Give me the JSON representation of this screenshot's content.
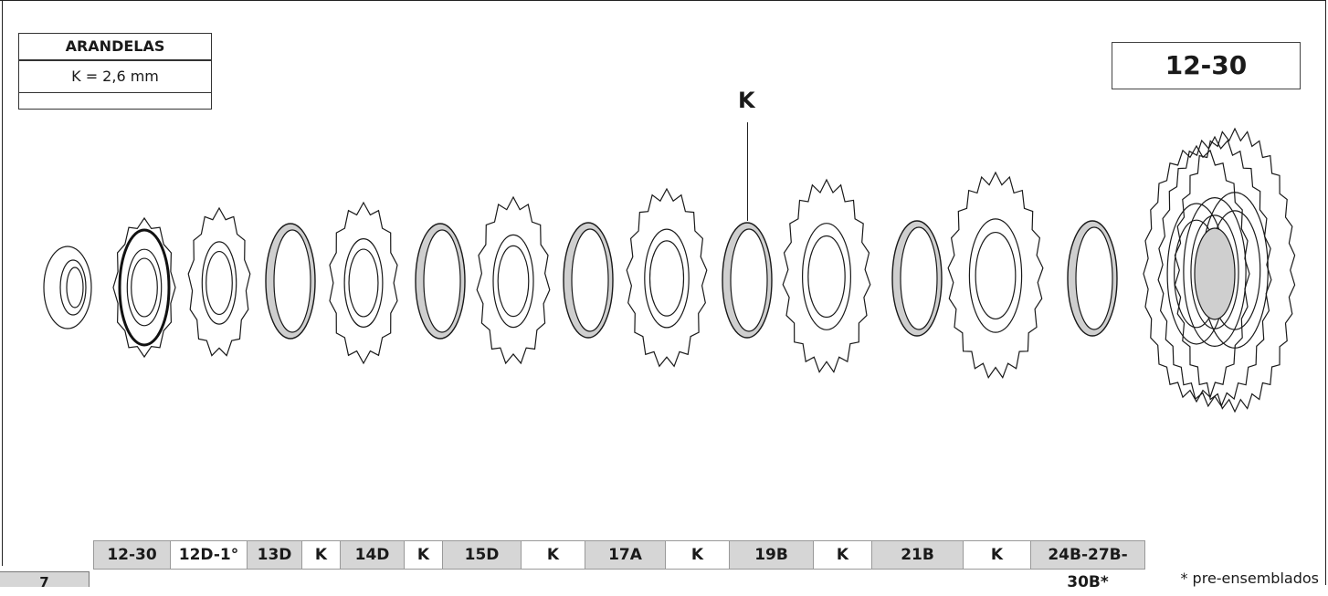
{
  "washers_table": {
    "title": "ARANDELAS",
    "value": "K = 2,6 mm"
  },
  "range_box": "12-30",
  "callout_label": "K",
  "sequence": [
    {
      "label": "12-30",
      "shaded": true
    },
    {
      "label": "12D-1°",
      "shaded": false
    },
    {
      "label": "13D",
      "shaded": true
    },
    {
      "label": "K",
      "shaded": false
    },
    {
      "label": "14D",
      "shaded": true
    },
    {
      "label": "K",
      "shaded": false
    },
    {
      "label": "15D",
      "shaded": true
    },
    {
      "label": "K",
      "shaded": false
    },
    {
      "label": "17A",
      "shaded": true
    },
    {
      "label": "K",
      "shaded": false
    },
    {
      "label": "19B",
      "shaded": true
    },
    {
      "label": "K",
      "shaded": false
    },
    {
      "label": "21B",
      "shaded": true
    },
    {
      "label": "K",
      "shaded": false
    },
    {
      "label": "24B-27B-30B*",
      "shaded": true
    }
  ],
  "footnote": "* pre-ensemblados",
  "page_number": "7"
}
